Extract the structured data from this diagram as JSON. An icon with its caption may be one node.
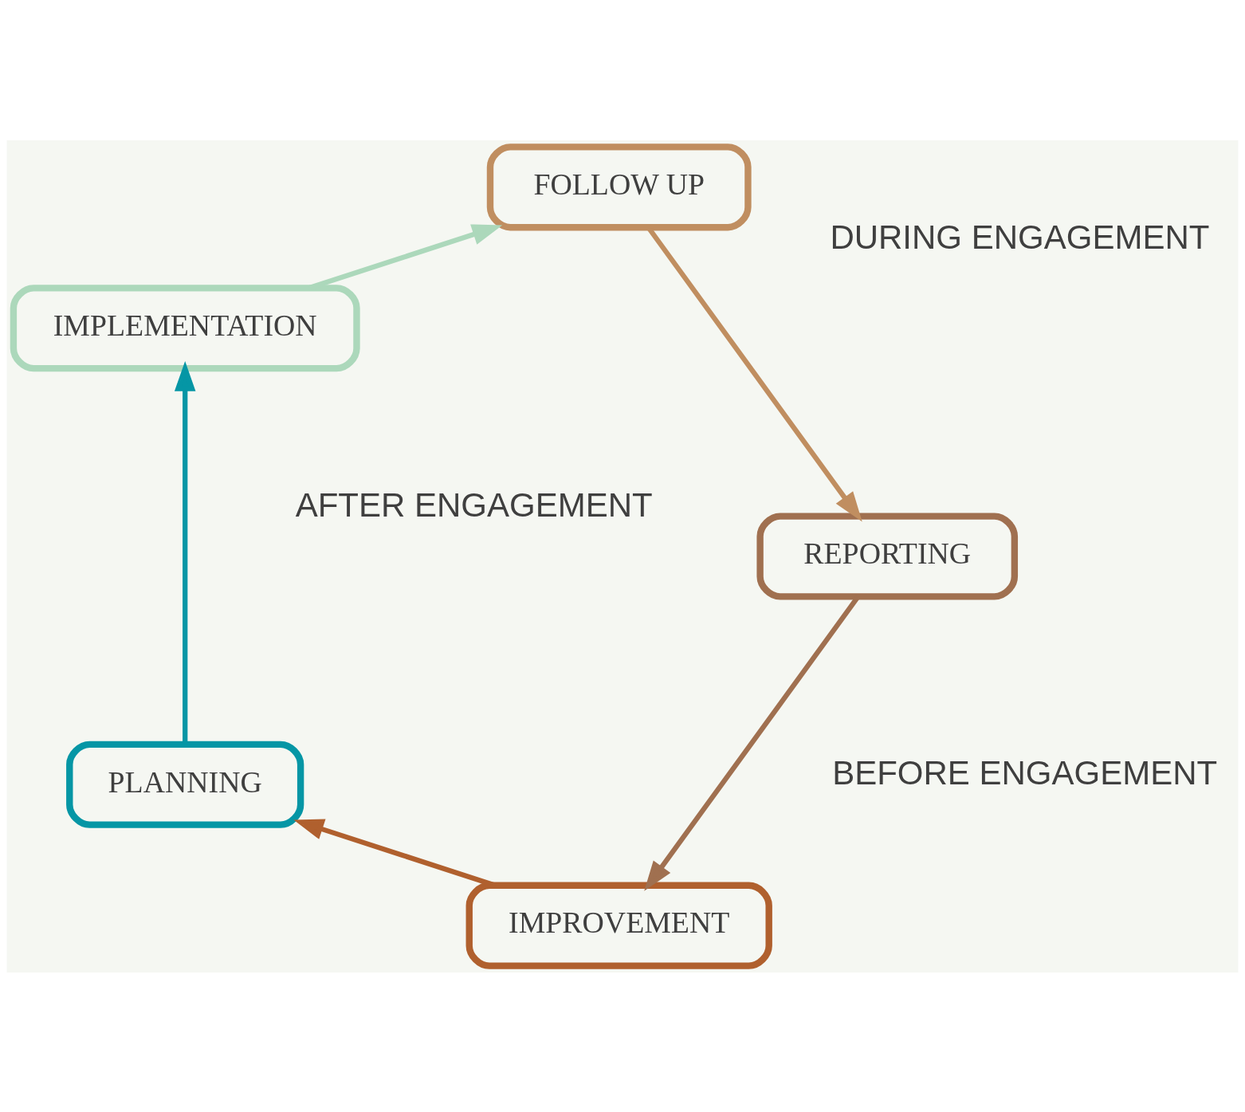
{
  "diagram": {
    "nodes": [
      {
        "text": [
          "IMPROVEMENT"
        ]
      },
      {
        "text": [
          "PLANNING"
        ]
      },
      {
        "text": [
          "REPORTING"
        ]
      },
      {
        "text": [
          "IMPLEMENTATION"
        ]
      },
      {
        "text": [
          "FOLLOW UP"
        ]
      }
    ],
    "edges": [
      {
        "from": 1,
        "to": 3,
        "arrow": "to",
        "color": "#0596a5"
      },
      {
        "from": 3,
        "to": 4,
        "arrow": "to",
        "color": "#acd8bb"
      },
      {
        "from": 4,
        "to": 2,
        "arrow": "to",
        "color": "#c08e60"
      },
      {
        "from": 2,
        "to": 0,
        "arrow": "to",
        "color": "#a07050"
      },
      {
        "from": 0,
        "to": 1,
        "arrow": "to",
        "color": "#b0602e"
      }
    ],
    "labels": [
      "BEFORE ENGAGEMENT",
      "DURING ENGAGEMENT",
      "AFTER ENGAGEMENT"
    ]
  }
}
